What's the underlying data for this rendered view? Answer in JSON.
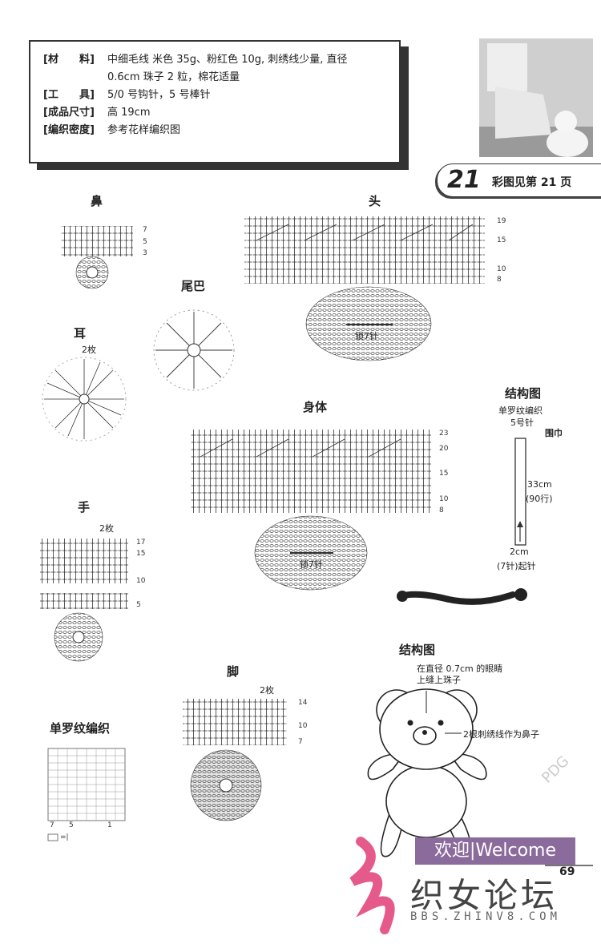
{
  "materials": {
    "rows": [
      {
        "key": "[材　　料]",
        "value": "中细毛线  米色 35g、粉红色 10g, 刺绣线少量, 直径"
      },
      {
        "key": "",
        "value": "0.6cm 珠子 2 粒，棉花适量"
      },
      {
        "key": "[工　　具]",
        "value": "5/0 号钩针，5 号棒针"
      },
      {
        "key": "[成品尺寸]",
        "value": "高 19cm"
      },
      {
        "key": "[编织密度]",
        "value": "参考花样编织图"
      }
    ]
  },
  "header": {
    "number": "21",
    "ref_text": "彩图见第 21 页"
  },
  "diagrams": {
    "nose": {
      "title": "鼻",
      "rows": [
        "7",
        "5",
        "3"
      ]
    },
    "head": {
      "title": "头",
      "rows": [
        "19",
        "15",
        "10",
        "8"
      ],
      "center": "锁7针"
    },
    "tail": {
      "title": "尾巴"
    },
    "ear": {
      "title": "耳",
      "count": "2枚"
    },
    "body": {
      "title": "身体",
      "rows": [
        "23",
        "20",
        "15",
        "10",
        "8"
      ],
      "center": "锁7针"
    },
    "hand": {
      "title": "手",
      "count": "2枚",
      "rows": [
        "17",
        "15",
        "10",
        "5"
      ]
    },
    "foot": {
      "title": "脚",
      "count": "2枚",
      "rows": [
        "14",
        "10",
        "7"
      ]
    },
    "rib": {
      "title": "单罗纹编织",
      "cols": [
        "7",
        "5",
        "1"
      ],
      "legend": "=|"
    }
  },
  "structure1": {
    "title": "结构图",
    "line1": "单罗纹编织",
    "line2": "5号针",
    "scarf": "围巾",
    "length": "33cm",
    "rows": "(90行)",
    "width": "2cm",
    "cast": "(7针)起针"
  },
  "structure2": {
    "title": "结构图",
    "note1": "在直径 0.7cm 的眼睛",
    "note2": "上缝上珠子",
    "note3": "2根刺绣线作为鼻子"
  },
  "footer": {
    "page": "69",
    "welcome": "欢迎|Welcome",
    "watermark": "PDG",
    "logo": "织女论坛",
    "url": "BBS.ZHINV8.COM"
  }
}
